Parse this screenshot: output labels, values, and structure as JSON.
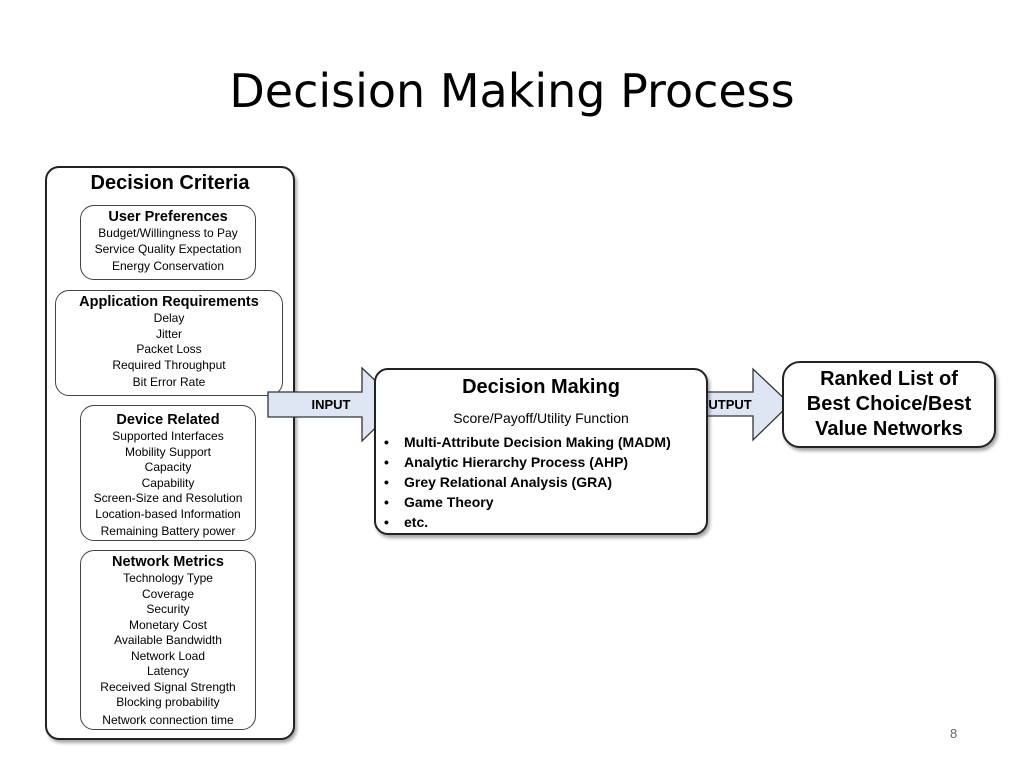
{
  "slide": {
    "title": "Decision Making Process",
    "page_number": "8"
  },
  "criteria": {
    "title": "Decision Criteria",
    "groups": [
      {
        "heading": "User Preferences",
        "items": [
          "Budget/Willingness to Pay",
          "Service Quality Expectation",
          "Energy Conservation"
        ]
      },
      {
        "heading": "Application Requirements",
        "items": [
          "Delay",
          "Jitter",
          "Packet Loss",
          "Required Throughput",
          "Bit Error Rate"
        ]
      },
      {
        "heading": "Device Related",
        "items": [
          "Supported Interfaces",
          "Mobility Support",
          "Capacity",
          "Capability",
          "Screen-Size and Resolution",
          "Location-based Information",
          "Remaining Battery power"
        ]
      },
      {
        "heading": "Network Metrics",
        "items": [
          "Technology Type",
          "Coverage",
          "Security",
          "Monetary Cost",
          "Available Bandwidth",
          "Network Load",
          "Latency",
          "Received Signal Strength",
          "Blocking probability",
          "Network connection time"
        ]
      }
    ]
  },
  "arrows": {
    "input_label": "INPUT",
    "output_label": "OUTPUT",
    "fill_color": "#dde6f2"
  },
  "decision_making": {
    "title": "Decision Making",
    "subtitle": "Score/Payoff/Utility Function",
    "methods": [
      "Multi-Attribute Decision Making (MADM)",
      "Analytic Hierarchy Process (AHP)",
      "Grey Relational Analysis (GRA)",
      "Game Theory",
      "etc."
    ]
  },
  "result": {
    "lines": [
      "Ranked List of",
      "Best Choice/Best",
      "Value Networks"
    ]
  }
}
